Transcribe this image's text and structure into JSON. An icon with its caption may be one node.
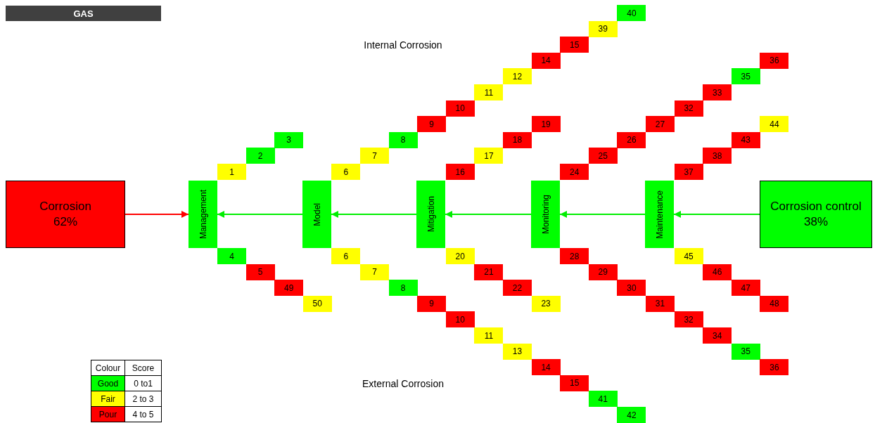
{
  "diagram": {
    "title": "GAS",
    "nodes": [
      {
        "text": [
          "Corrosion",
          "62%"
        ]
      },
      {
        "text": [
          "Management"
        ]
      },
      {
        "text": [
          "Model"
        ]
      },
      {
        "text": [
          "Mitigation"
        ]
      },
      {
        "text": [
          "Monitoring"
        ]
      },
      {
        "text": [
          "Maintenance"
        ]
      },
      {
        "text": [
          "Corrosion control",
          "38%"
        ]
      },
      {
        "text": [
          "1"
        ]
      },
      {
        "text": [
          "2"
        ]
      },
      {
        "text": [
          "3"
        ]
      },
      {
        "text": [
          "6"
        ]
      },
      {
        "text": [
          "7"
        ]
      },
      {
        "text": [
          "8"
        ]
      },
      {
        "text": [
          "9"
        ]
      },
      {
        "text": [
          "10"
        ]
      },
      {
        "text": [
          "11"
        ]
      },
      {
        "text": [
          "12"
        ]
      },
      {
        "text": [
          "14"
        ]
      },
      {
        "text": [
          "15"
        ]
      },
      {
        "text": [
          "39"
        ]
      },
      {
        "text": [
          "40"
        ]
      },
      {
        "text": [
          "16"
        ]
      },
      {
        "text": [
          "17"
        ]
      },
      {
        "text": [
          "18"
        ]
      },
      {
        "text": [
          "19"
        ]
      },
      {
        "text": [
          "24"
        ]
      },
      {
        "text": [
          "25"
        ]
      },
      {
        "text": [
          "26"
        ]
      },
      {
        "text": [
          "27"
        ]
      },
      {
        "text": [
          "32"
        ]
      },
      {
        "text": [
          "33"
        ]
      },
      {
        "text": [
          "35"
        ]
      },
      {
        "text": [
          "36"
        ]
      },
      {
        "text": [
          "37"
        ]
      },
      {
        "text": [
          "38"
        ]
      },
      {
        "text": [
          "43"
        ]
      },
      {
        "text": [
          "44"
        ]
      },
      {
        "text": [
          "4"
        ]
      },
      {
        "text": [
          "5"
        ]
      },
      {
        "text": [
          "49"
        ]
      },
      {
        "text": [
          "50"
        ]
      },
      {
        "text": [
          "6"
        ]
      },
      {
        "text": [
          "7"
        ]
      },
      {
        "text": [
          "8"
        ]
      },
      {
        "text": [
          "9"
        ]
      },
      {
        "text": [
          "10"
        ]
      },
      {
        "text": [
          "11"
        ]
      },
      {
        "text": [
          "13"
        ]
      },
      {
        "text": [
          "14"
        ]
      },
      {
        "text": [
          "15"
        ]
      },
      {
        "text": [
          "41"
        ]
      },
      {
        "text": [
          "42"
        ]
      },
      {
        "text": [
          "20"
        ]
      },
      {
        "text": [
          "21"
        ]
      },
      {
        "text": [
          "22"
        ]
      },
      {
        "text": [
          "23"
        ]
      },
      {
        "text": [
          "28"
        ]
      },
      {
        "text": [
          "29"
        ]
      },
      {
        "text": [
          "30"
        ]
      },
      {
        "text": [
          "31"
        ]
      },
      {
        "text": [
          "32"
        ]
      },
      {
        "text": [
          "34"
        ]
      },
      {
        "text": [
          "35"
        ]
      },
      {
        "text": [
          "36"
        ]
      },
      {
        "text": [
          "45"
        ]
      },
      {
        "text": [
          "46"
        ]
      },
      {
        "text": [
          "47"
        ]
      },
      {
        "text": [
          "48"
        ]
      }
    ],
    "edges": [
      {
        "from": 0,
        "to": 1,
        "arrow": "to",
        "color": "#ff0000"
      },
      {
        "from": 2,
        "to": 1,
        "arrow": "to"
      },
      {
        "from": 3,
        "to": 2,
        "arrow": "to"
      },
      {
        "from": 4,
        "to": 3,
        "arrow": "to"
      },
      {
        "from": 5,
        "to": 4,
        "arrow": "to"
      },
      {
        "from": 6,
        "to": 5,
        "arrow": "to"
      }
    ],
    "labels": [
      "Internal Corrosion",
      "External Corrosion",
      "Colour",
      "Score",
      "0 to1",
      "2 to 3",
      "4 to 5"
    ],
    "legend": [
      {
        "text": "Good",
        "color": "#00ff00"
      },
      {
        "text": "Fair",
        "color": "#ffff00"
      },
      {
        "text": "Pour",
        "color": "#ff0000"
      }
    ]
  }
}
